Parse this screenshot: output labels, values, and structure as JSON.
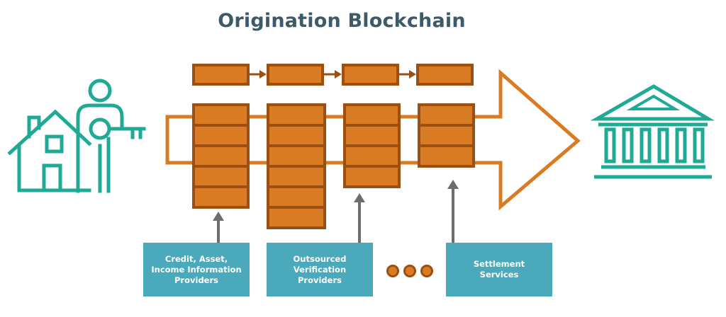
{
  "title": "Origination Blockchain",
  "providers": [
    {
      "label": "Credit, Asset,\nIncome Information\nProviders"
    },
    {
      "label": "Outsourced\nVerification\nProviders"
    },
    {
      "label": "Settlement\nServices"
    }
  ],
  "icons": {
    "left": "homeowner-with-key-icon",
    "right": "bank-building-icon",
    "more": "ellipsis-dots-icon"
  },
  "colors": {
    "title": "#3d5a6b",
    "block_fill": "#d97b22",
    "block_border": "#9c4f12",
    "teal": "#1faa96",
    "provider_bg": "#4aa9bb",
    "connector": "#6d6d6d"
  }
}
